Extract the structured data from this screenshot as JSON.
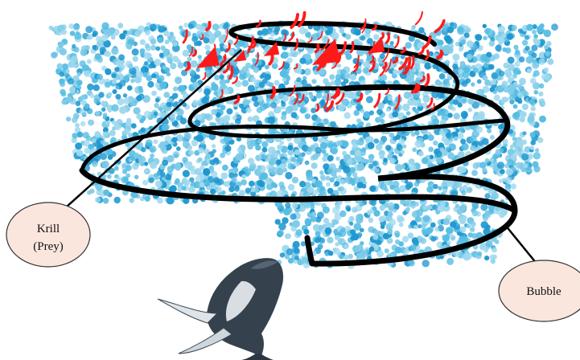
{
  "labels": {
    "krill_line1": "Krill",
    "krill_line2": "(Prey)",
    "bubble": "Bubble"
  },
  "colors": {
    "bubble_light": "#9fd9ee",
    "bubble_mid": "#56bde3",
    "bubble_dark": "#1e97cf",
    "spiral": "#000000",
    "krill": "#ff1a1a",
    "callout_fill": "#fbe6de",
    "callout_stroke": "#333333",
    "whale_dark": "#2f3b46",
    "whale_light": "#d7dde2"
  },
  "icons": {
    "whale": "humpback-whale-icon"
  }
}
